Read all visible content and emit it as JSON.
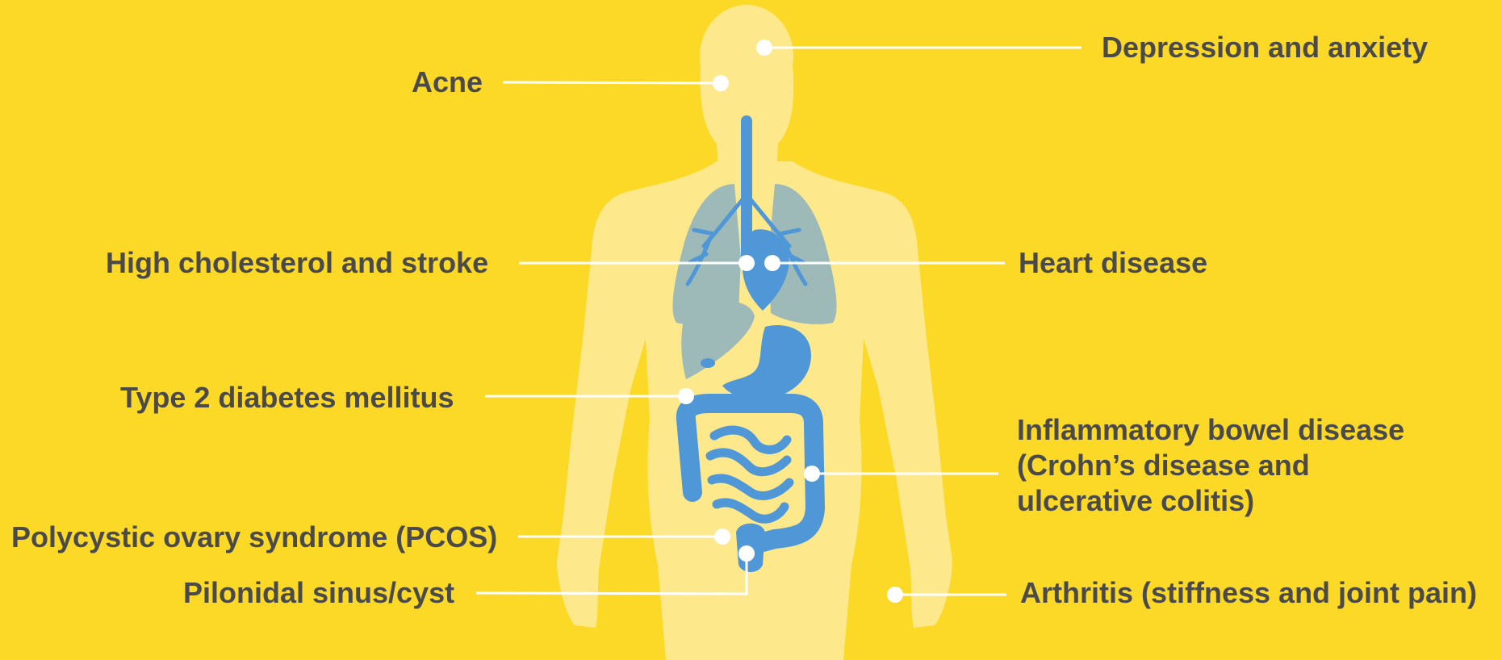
{
  "colors": {
    "background": "#FCD827",
    "body_silhouette": "#FDE98C",
    "organ_blue": "#4F97D6",
    "lung_gray": "#9DB9B8",
    "leader_line": "#FFFFFF",
    "label_text": "#4A4A4A"
  },
  "labels": {
    "depression": "Depression and anxiety",
    "acne": "Acne",
    "cholesterol": "High cholesterol and stroke",
    "heart": "Heart disease",
    "diabetes": "Type 2 diabetes mellitus",
    "ibd": [
      "Inflammatory bowel disease",
      "(Crohn’s disease and",
      "ulcerative colitis)"
    ],
    "pcos": "Polycystic ovary syndrome (PCOS)",
    "pilonidal": "Pilonidal sinus/cyst",
    "arthritis": "Arthritis (stiffness and joint pain)"
  }
}
